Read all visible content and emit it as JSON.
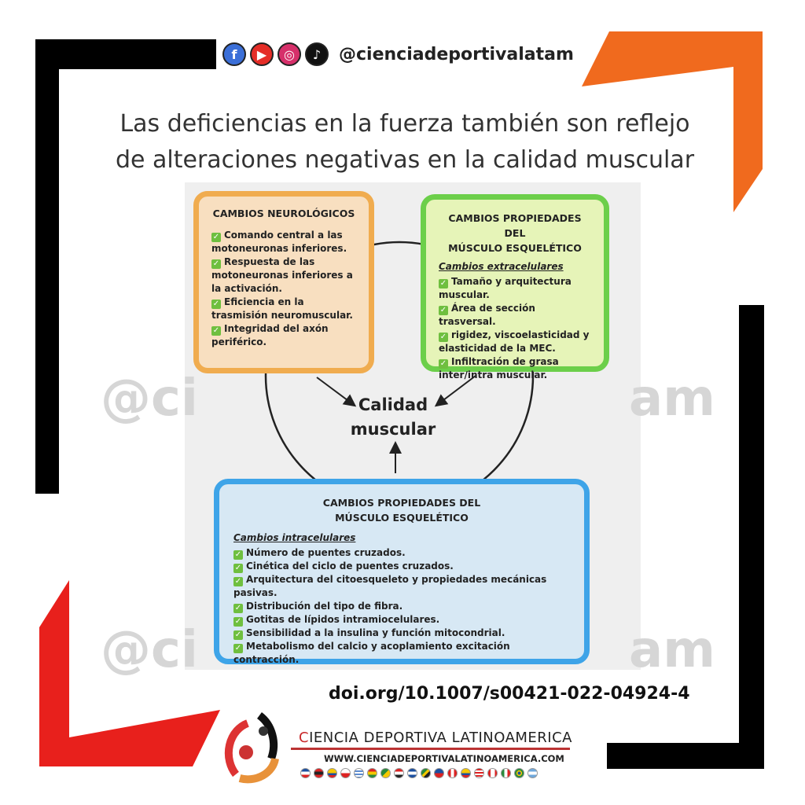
{
  "header": {
    "handle": "@cienciadeportivalatam",
    "social_icons": [
      "facebook-icon",
      "youtube-icon",
      "instagram-icon",
      "tiktok-icon"
    ]
  },
  "title": {
    "line1": "Las deficiencias en la fuerza también son reflejo",
    "line2": "de alteraciones negativas en la calidad muscular"
  },
  "diagram": {
    "watermark_left": "@ci",
    "watermark_right": "am",
    "center": {
      "line1": "Calidad",
      "line2": "muscular"
    },
    "neuro": {
      "title": "CAMBIOS NEUROLÓGICOS",
      "items": [
        "Comando central a las motoneuronas inferiores.",
        "Respuesta de las motoneuronas inferiores a la activación.",
        "Eficiencia en la trasmisión neuromuscular.",
        "Integridad del axón periférico."
      ]
    },
    "extra": {
      "title1": "CAMBIOS PROPIEDADES DEL",
      "title2": "MÚSCULO ESQUELÉTICO",
      "subtitle": "Cambios extracelulares",
      "items": [
        "Tamaño y arquitectura muscular.",
        "Área de sección trasversal.",
        "rigidez, viscoelasticidad y elasticidad de la MEC.",
        "Infiltración de grasa inter/intra muscular."
      ]
    },
    "intra": {
      "title1": "CAMBIOS PROPIEDADES DEL",
      "title2": "MÚSCULO ESQUELÉTICO",
      "subtitle": "Cambios intracelulares",
      "items": [
        "Número de puentes cruzados.",
        "Cinética del ciclo de puentes cruzados.",
        "Arquitectura del citoesqueleto y propiedades mecánicas pasivas.",
        "Distribución del tipo de fibra.",
        "Gotitas de lípidos intramiocelulares.",
        "Sensibilidad a la insulina y función mitocondrial.",
        "Metabolismo del calcio y acoplamiento excitación contracción."
      ]
    }
  },
  "doi": "doi.org/10.1007/s00421-022-04924-4",
  "footer": {
    "brand_first": "C",
    "brand_rest": "IENCIA DEPORTIVA LATINOAMERICA",
    "url": "WWW.CIENCIADEPORTIVALATINOAMERICA.COM"
  },
  "colors": {
    "orange": "#f06a1e",
    "red": "#e8201c",
    "black": "#000000",
    "neuro_border": "#f0ac4f",
    "neuro_bg": "#f8dfc0",
    "extra_border": "#6ccf4a",
    "extra_bg": "#e6f4b8",
    "intra_border": "#3ea4e8",
    "intra_bg": "#d7e8f4"
  }
}
